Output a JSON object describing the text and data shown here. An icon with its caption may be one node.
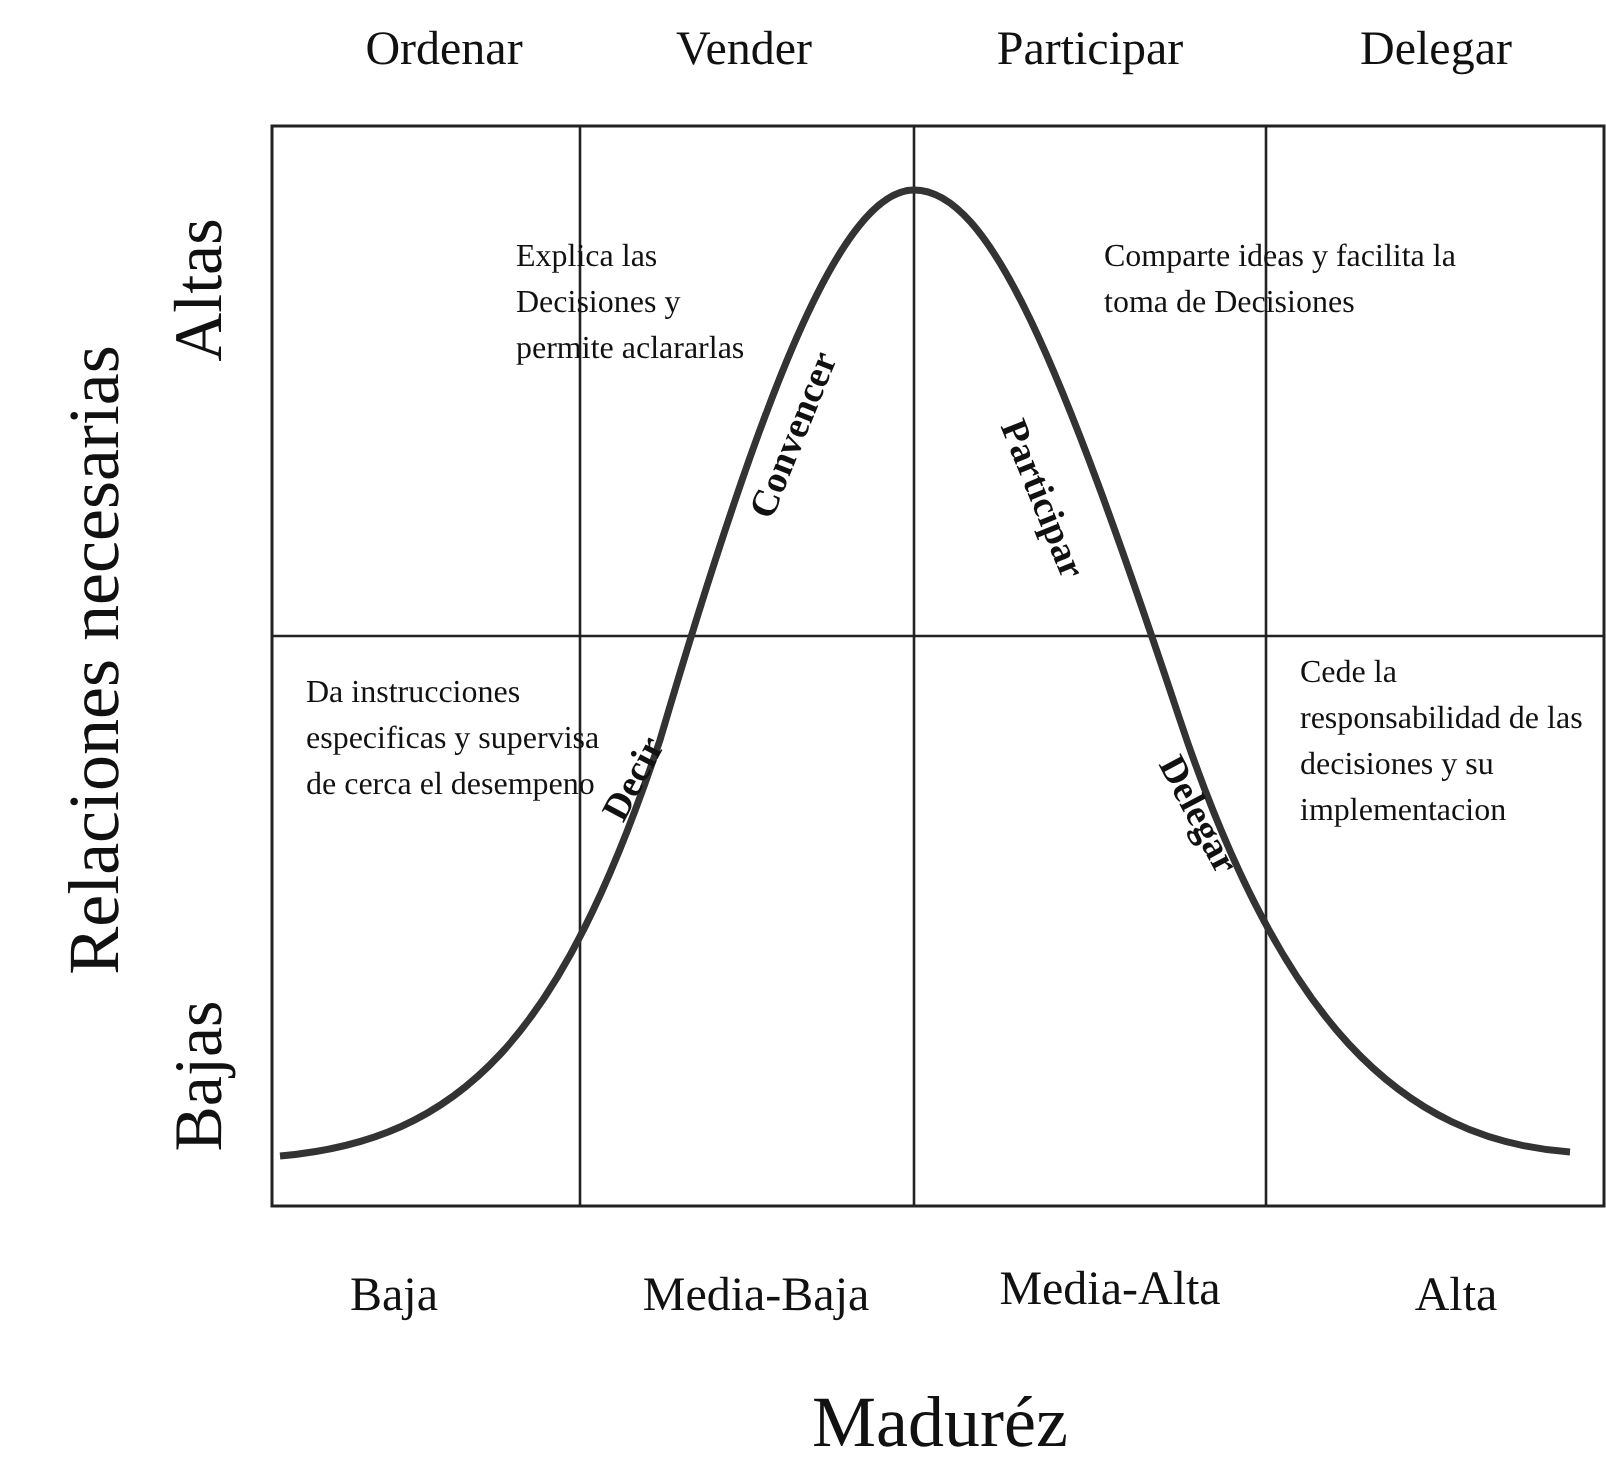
{
  "diagram": {
    "labels": [
      "Ordenar",
      "Vender",
      "Participar",
      "Delegar",
      "Altas",
      "Relaciones necesarias",
      "Bajas",
      "Explica las Decisiones y permite aclararlas",
      "Comparte ideas y facilita la toma de Decisiones",
      "Convencer",
      "Participar",
      "Da instrucciones especificas y supervisa de cerca el desempeno",
      "Cede la responsabilidad de las decisiones y su implementacion",
      "Decir",
      "Delegar",
      "Baja",
      "Media-Baja",
      "Media-Alta",
      "Alta",
      "Maduréz"
    ]
  }
}
